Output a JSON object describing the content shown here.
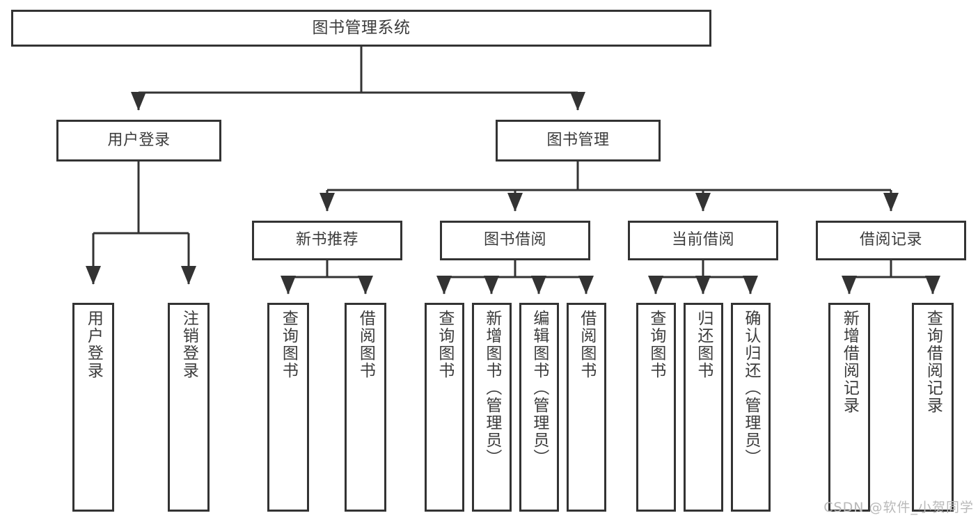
{
  "diagram": {
    "title": "图书管理系统",
    "type": "hierarchy-tree",
    "colors": {
      "stroke": "#333333",
      "fill": "#ffffff",
      "text": "#3b3b3b",
      "watermark": "#b9b9b9"
    },
    "nodes": {
      "root": {
        "label": "图书管理系统"
      },
      "level2": [
        {
          "label": "用户登录"
        },
        {
          "label": "图书管理"
        }
      ],
      "level3": [
        {
          "label": "新书推荐"
        },
        {
          "label": "图书借阅"
        },
        {
          "label": "当前借阅"
        },
        {
          "label": "借阅记录"
        }
      ],
      "leaves": {
        "user_login": [
          {
            "label": "用户登录"
          },
          {
            "label": "注销登录"
          }
        ],
        "new_book_recommend": [
          {
            "label": "查询图书"
          },
          {
            "label": "借阅图书"
          }
        ],
        "book_borrow": [
          {
            "label": "查询图书"
          },
          {
            "label": "新增图书（管理员）"
          },
          {
            "label": "编辑图书（管理员）"
          },
          {
            "label": "借阅图书"
          }
        ],
        "current_borrow": [
          {
            "label": "查询图书"
          },
          {
            "label": "归还图书"
          },
          {
            "label": "确认归还（管理员）"
          }
        ],
        "borrow_record": [
          {
            "label": "新增借阅记录"
          },
          {
            "label": "查询借阅记录"
          }
        ]
      }
    },
    "watermark": "CSDN @软件_小贺同学"
  }
}
